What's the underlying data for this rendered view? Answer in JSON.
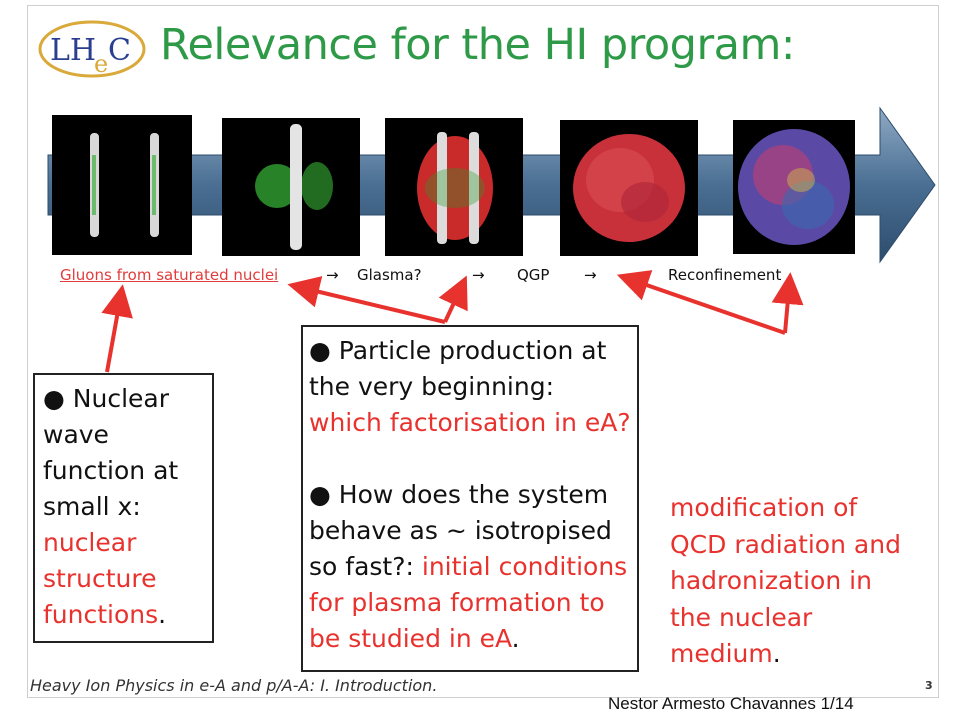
{
  "logo": {
    "part1": "LH",
    "part2": "e",
    "part3": "C"
  },
  "title": "Relevance for the HI program:",
  "stages": [
    {
      "label": "Gluons from saturated nuclei"
    },
    {
      "label": "Glasma?"
    },
    {
      "label": "QGP"
    },
    {
      "label": "Reconfinement"
    }
  ],
  "arrows_text": {
    "sep": "→"
  },
  "left_box": {
    "bullet": "●",
    "text": "Nuclear wave function at small x:",
    "red_text": "nuclear structure functions",
    "tail": "."
  },
  "mid_box": {
    "bullet": "●",
    "p1_text": "Particle production at the very beginning:",
    "p1_red": "which factorisation in eA?",
    "p2_text": "How does the system behave as ~ isotropised so fast?:",
    "p2_red": "initial conditions for plasma formation to be studied in eA",
    "p2_tail": "."
  },
  "right_note": {
    "red_text": "modification of QCD radiation and hadronization in the nuclear medium",
    "tail": "."
  },
  "footer": "Heavy Ion Physics in e-A and p/A-A: I. Introduction.",
  "slide_number": "3",
  "author": "Nestor Armesto  Chavannes 1/14",
  "colors": {
    "title_green": "#2e9a48",
    "accent_red": "#e8322e",
    "arrow_blue": "#4a6f93"
  }
}
